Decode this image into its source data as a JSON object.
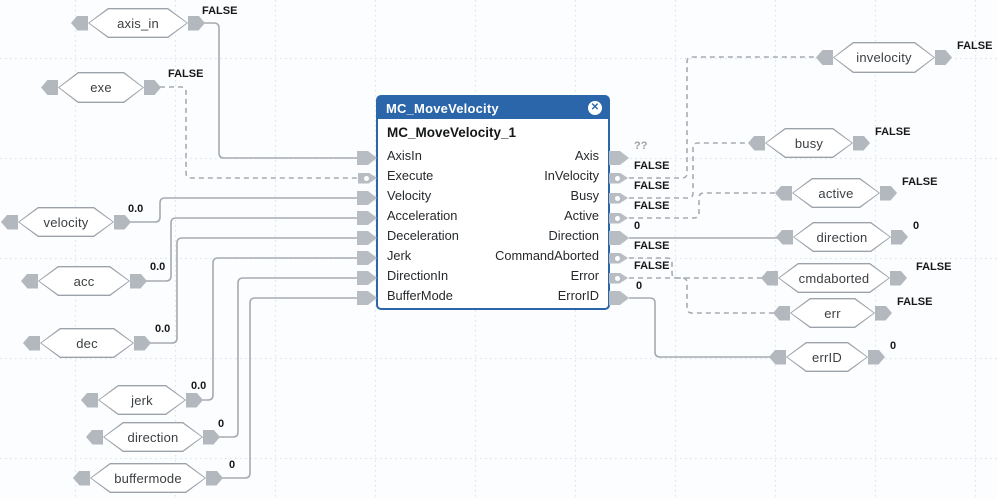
{
  "icons": {
    "close": "✕"
  },
  "block": {
    "type_name": "MC_MoveVelocity",
    "instance_name": "MC_MoveVelocity_1",
    "inputs": [
      "AxisIn",
      "Execute",
      "Velocity",
      "Acceleration",
      "Deceleration",
      "Jerk",
      "DirectionIn",
      "BufferMode"
    ],
    "outputs": [
      {
        "label": "Axis",
        "value": "??"
      },
      {
        "label": "InVelocity",
        "value": "FALSE"
      },
      {
        "label": "Busy",
        "value": "FALSE"
      },
      {
        "label": "Active",
        "value": "FALSE"
      },
      {
        "label": "Direction",
        "value": "0"
      },
      {
        "label": "CommandAborted",
        "value": "FALSE"
      },
      {
        "label": "Error",
        "value": "FALSE"
      },
      {
        "label": "ErrorID",
        "value": "0"
      }
    ]
  },
  "left_tags": [
    {
      "label": "axis_in",
      "value": "FALSE"
    },
    {
      "label": "exe",
      "value": "FALSE"
    },
    {
      "label": "velocity",
      "value": "0.0"
    },
    {
      "label": "acc",
      "value": "0.0"
    },
    {
      "label": "dec",
      "value": "0.0"
    },
    {
      "label": "jerk",
      "value": "0.0"
    },
    {
      "label": "direction",
      "value": "0"
    },
    {
      "label": "buffermode",
      "value": "0"
    }
  ],
  "right_tags": [
    {
      "label": "invelocity",
      "value": "FALSE"
    },
    {
      "label": "busy",
      "value": "FALSE"
    },
    {
      "label": "active",
      "value": "FALSE"
    },
    {
      "label": "direction",
      "value": "0"
    },
    {
      "label": "cmdaborted",
      "value": "FALSE"
    },
    {
      "label": "err",
      "value": "FALSE"
    },
    {
      "label": "errID",
      "value": "0"
    }
  ],
  "colors": {
    "header_blue": "#2a66a9",
    "wire_gray": "#a6abb1",
    "pin_gray": "#b7bdc3",
    "grid_dot": "#dce5ee"
  }
}
